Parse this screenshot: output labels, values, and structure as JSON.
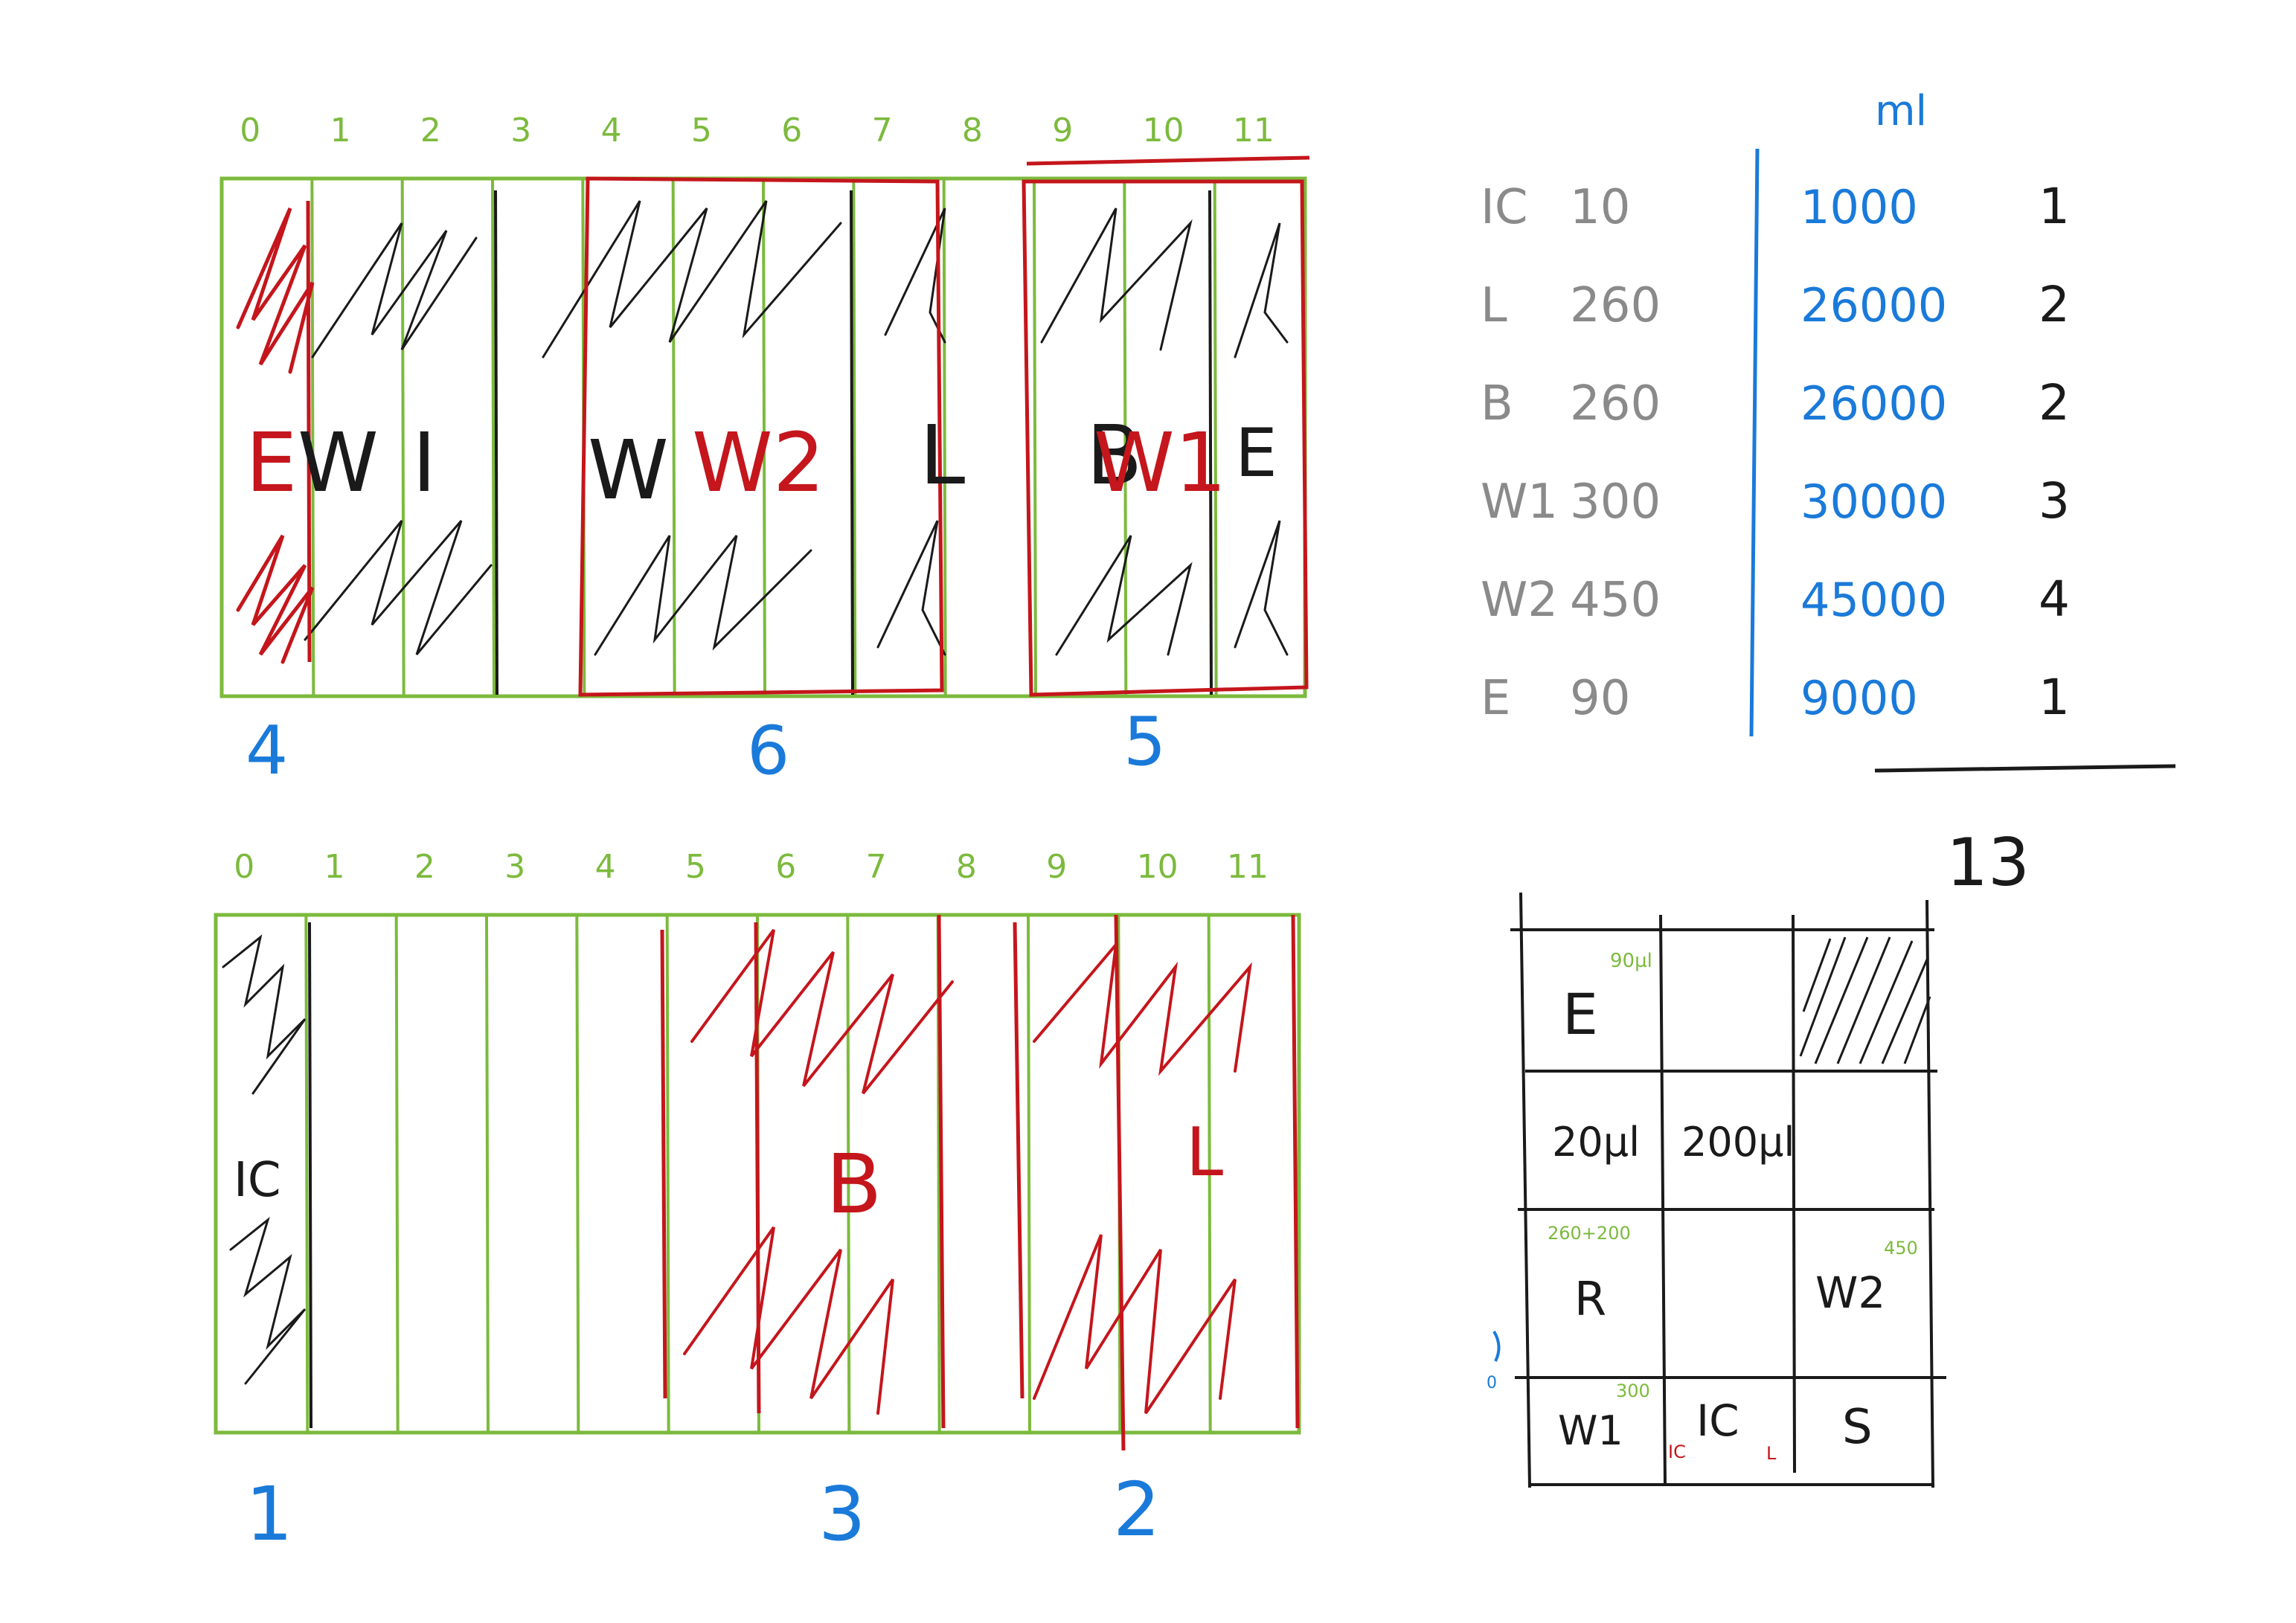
{
  "colors": {
    "green": "#7cba3d",
    "red": "#c4161c",
    "blue": "#1a7ad9",
    "black": "#1a1a1a",
    "gray": "#8a8a8a"
  },
  "column_numbers": [
    "0",
    "1",
    "2",
    "3",
    "4",
    "5",
    "6",
    "7",
    "8",
    "9",
    "10",
    "11"
  ],
  "rack_top": {
    "labels": {
      "E": "E",
      "W": "W",
      "I": "I",
      "W_mid": "W",
      "W2": "W2",
      "L": "L",
      "B": "B",
      "W1": "W1",
      "E_right": "E"
    },
    "group_counts": {
      "left": "4",
      "mid": "6",
      "right": "5"
    }
  },
  "rack_bottom": {
    "labels": {
      "IC": "IC",
      "B": "B",
      "L": "L"
    },
    "group_counts": {
      "left": "1",
      "mid": "3",
      "right": "2"
    }
  },
  "volume_table": {
    "unit_header": "ml",
    "rows": [
      {
        "name": "IC",
        "amount": "10",
        "ml": "1000",
        "count": "1"
      },
      {
        "name": "L",
        "amount": "260",
        "ml": "26000",
        "count": "2"
      },
      {
        "name": "B",
        "amount": "260",
        "ml": "26000",
        "count": "2"
      },
      {
        "name": "W1",
        "amount": "300",
        "ml": "30000",
        "count": "3"
      },
      {
        "name": "W2",
        "amount": "450",
        "ml": "45000",
        "count": "4"
      },
      {
        "name": "E",
        "amount": "90",
        "ml": "9000",
        "count": "1"
      }
    ],
    "total": "13"
  },
  "plate_grid": {
    "cells": {
      "r0c0": {
        "label": "E",
        "note": "90µl"
      },
      "r1c0": {
        "label": "20µl"
      },
      "r1c1": {
        "label": "200µl"
      },
      "r2c0": {
        "label": "R",
        "note": "260+200"
      },
      "r2c2": {
        "label": "W2",
        "note": "450"
      },
      "r3c0": {
        "label": "W1",
        "note": "300"
      },
      "r3c1": {
        "label": "IC",
        "note_left": "IC",
        "note_right": "L"
      },
      "r3c2": {
        "label": "S"
      }
    },
    "side_mark": "0"
  }
}
